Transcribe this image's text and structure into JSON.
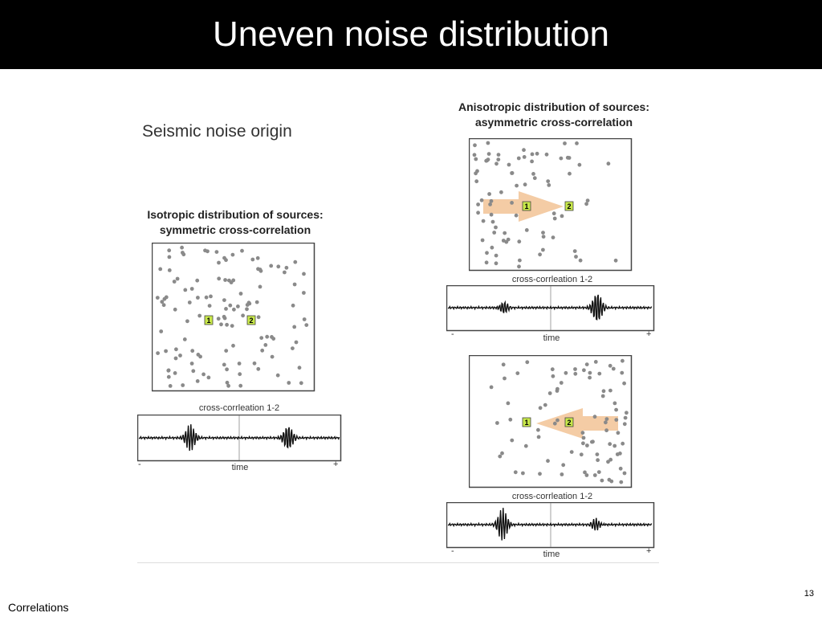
{
  "slide": {
    "title": "Uneven noise distribution",
    "footer": "Correlations",
    "page_number": "13"
  },
  "figure": {
    "seismic_title": "Seismic noise origin",
    "iso": {
      "heading_line1": "Isotropic distribution of sources:",
      "heading_line2": "symmetric cross-correlation",
      "crosscorr_label": "cross-corrleation 1-2",
      "time_label": "time",
      "minus": "-",
      "plus": "+",
      "station1": "1",
      "station2": "2"
    },
    "aniso": {
      "heading_line1": "Anisotropic distribution of sources:",
      "heading_line2": "asymmetric cross-correlation",
      "crosscorr_label": "cross-corrleation 1-2",
      "time_label": "time",
      "minus": "-",
      "plus": "+",
      "station1": "1",
      "station2": "2"
    },
    "aniso_lower": {
      "crosscorr_label": "cross-corrleation 1-2",
      "time_label": "time",
      "minus": "-",
      "plus": "+",
      "station1": "1",
      "station2": "2"
    }
  },
  "colors": {
    "station_fill": "#c8e84a",
    "arrow_fill": "#f3c9a0",
    "dot_fill": "#8a8a8a"
  }
}
